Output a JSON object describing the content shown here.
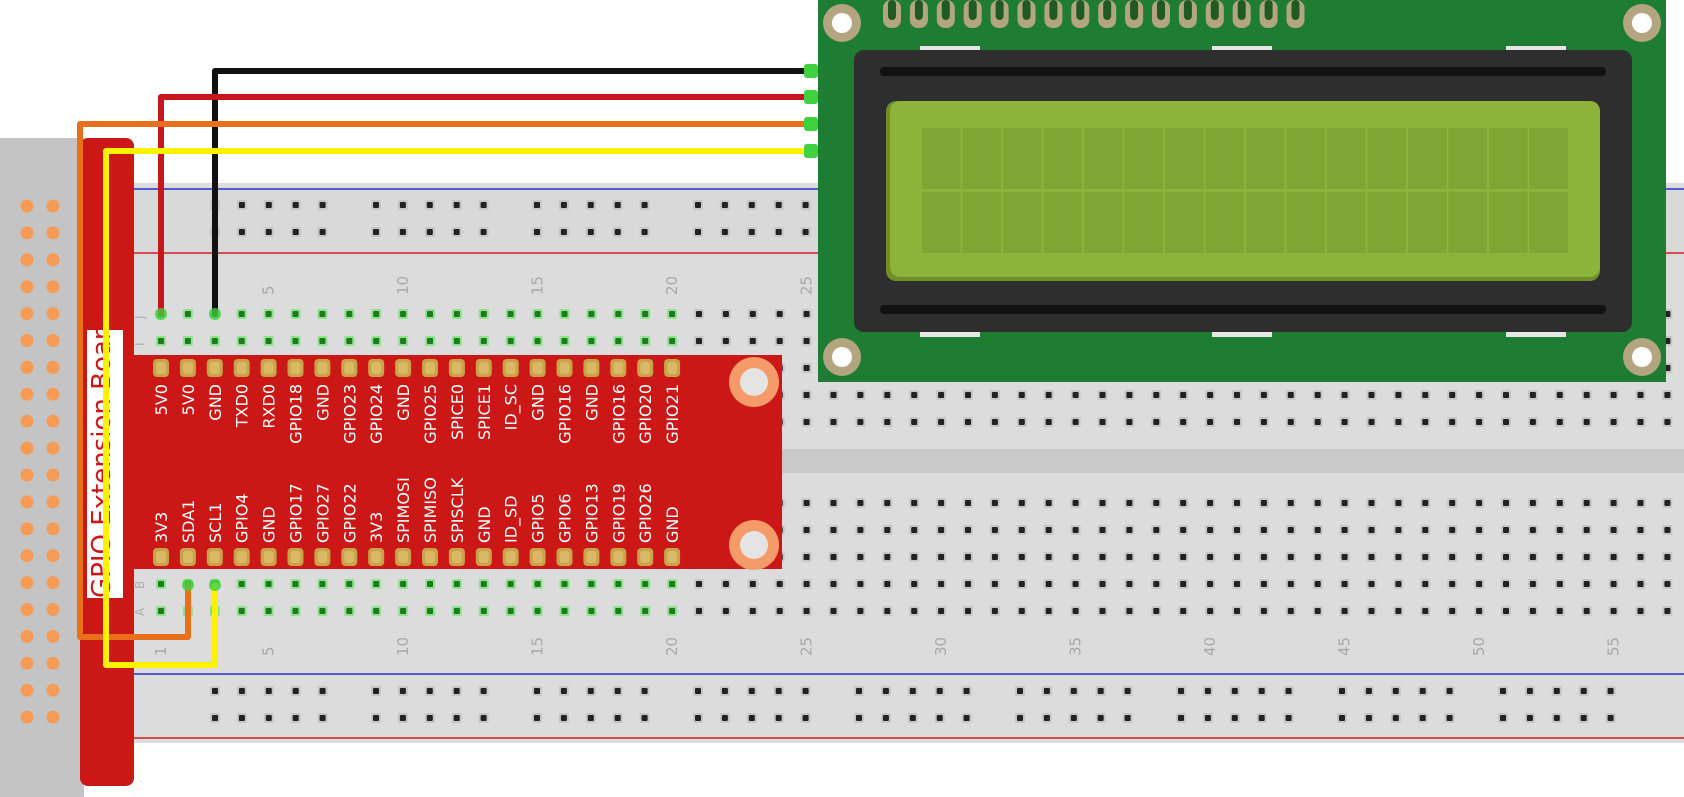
{
  "board": {
    "title": "GPIO Extension Board",
    "top_row_labels": [
      "5V0",
      "5V0",
      "GND",
      "TXD0",
      "RXD0",
      "GPIO18",
      "GND",
      "GPIO23",
      "GPIO24",
      "GND",
      "GPIO25",
      "SPICE0",
      "SPICE1",
      "ID_SC",
      "GND",
      "GPIO16",
      "GND",
      "GPIO16",
      "GPIO20",
      "GPIO21"
    ],
    "bottom_row_labels": [
      "3V3",
      "SDA1",
      "SCL1",
      "GPIO4",
      "GND",
      "GPIO17",
      "GPIO27",
      "GPIO22",
      "3V3",
      "SPIMOSI",
      "SPIMISO",
      "SPISCLK",
      "GND",
      "ID_SD",
      "GPIO5",
      "GPIO6",
      "GPIO13",
      "GPIO19",
      "GPIO26",
      "GND"
    ]
  },
  "breadboard": {
    "column_numbers_top": [
      "5",
      "10",
      "15",
      "20",
      "25"
    ],
    "column_numbers_bottom": [
      "1",
      "5",
      "10",
      "15",
      "20",
      "25",
      "30",
      "35",
      "40",
      "45",
      "50",
      "55"
    ],
    "row_letters_top": [
      "J",
      "I"
    ],
    "row_letters_bottom": [
      "B",
      "A"
    ]
  },
  "wires": {
    "colors": {
      "black": "#111111",
      "red": "#c8161d",
      "orange": "#e8701a",
      "yellow": "#fff200"
    }
  },
  "lcd": {
    "pcb_color": "#1e7d32",
    "bezel_color": "#2e2e2e",
    "screen_color": "#8db33a",
    "header_pin_count": 16,
    "char_columns": 16,
    "char_rows": 2
  }
}
